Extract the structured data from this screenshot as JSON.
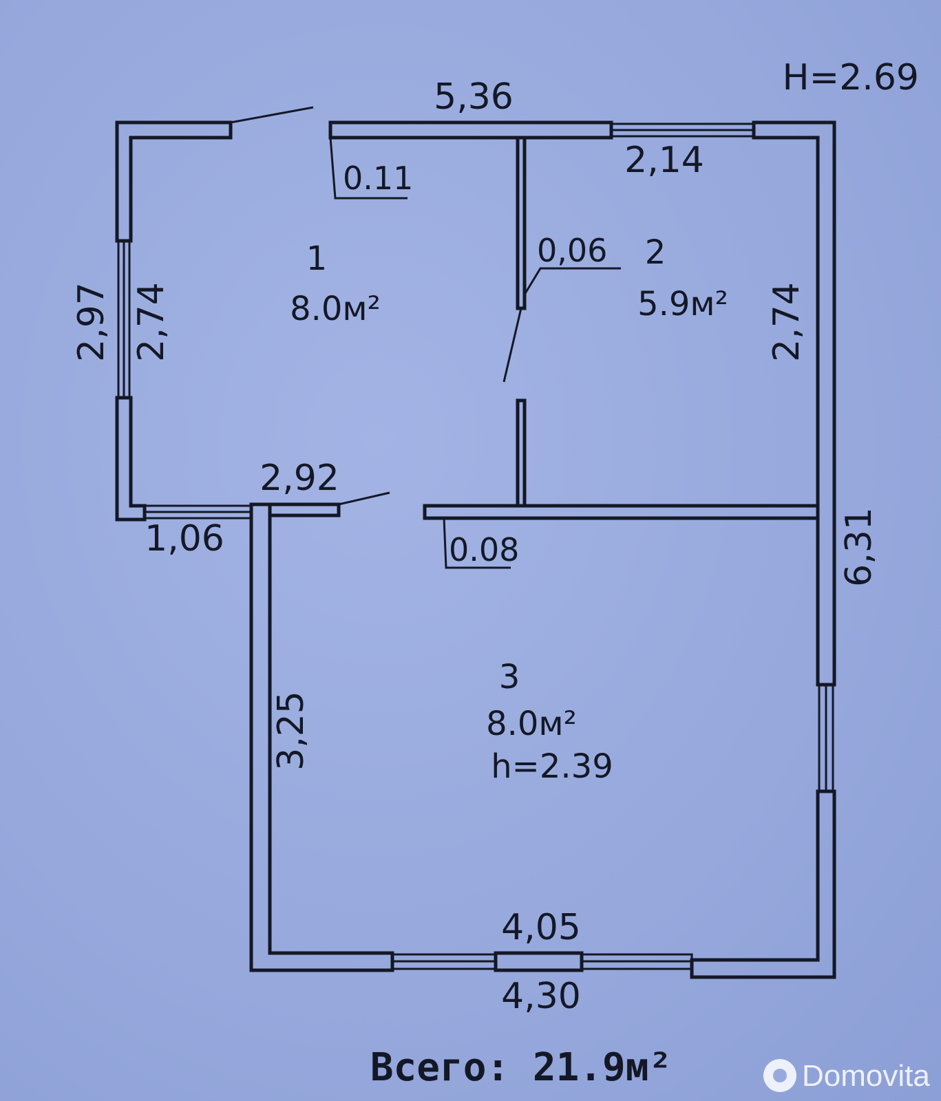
{
  "plan": {
    "ceiling_height": "H=2.69",
    "dimensions": {
      "top_overall": "5,36",
      "top_window": "2,14",
      "wall_thickness_top": "0.11",
      "partition_thickness": "0,06",
      "left_outer": "2,97",
      "left_inner": "2,74",
      "right_room2": "2,74",
      "right_overall": "6,31",
      "mid_wall": "2,92",
      "step_wall": "1,06",
      "wall_thickness_mid": "0.08",
      "room3_left": "3,25",
      "bottom_inner": "4,05",
      "bottom_outer": "4,30"
    },
    "rooms": [
      {
        "number": "1",
        "area": "8.0м²"
      },
      {
        "number": "2",
        "area": "5.9м²"
      },
      {
        "number": "3",
        "area": "8.0м²",
        "height": "h=2.39"
      }
    ],
    "total": "Всего: 21.9м²"
  },
  "watermark": {
    "label": "Domovita",
    "icon": "domovita-logo-icon"
  }
}
